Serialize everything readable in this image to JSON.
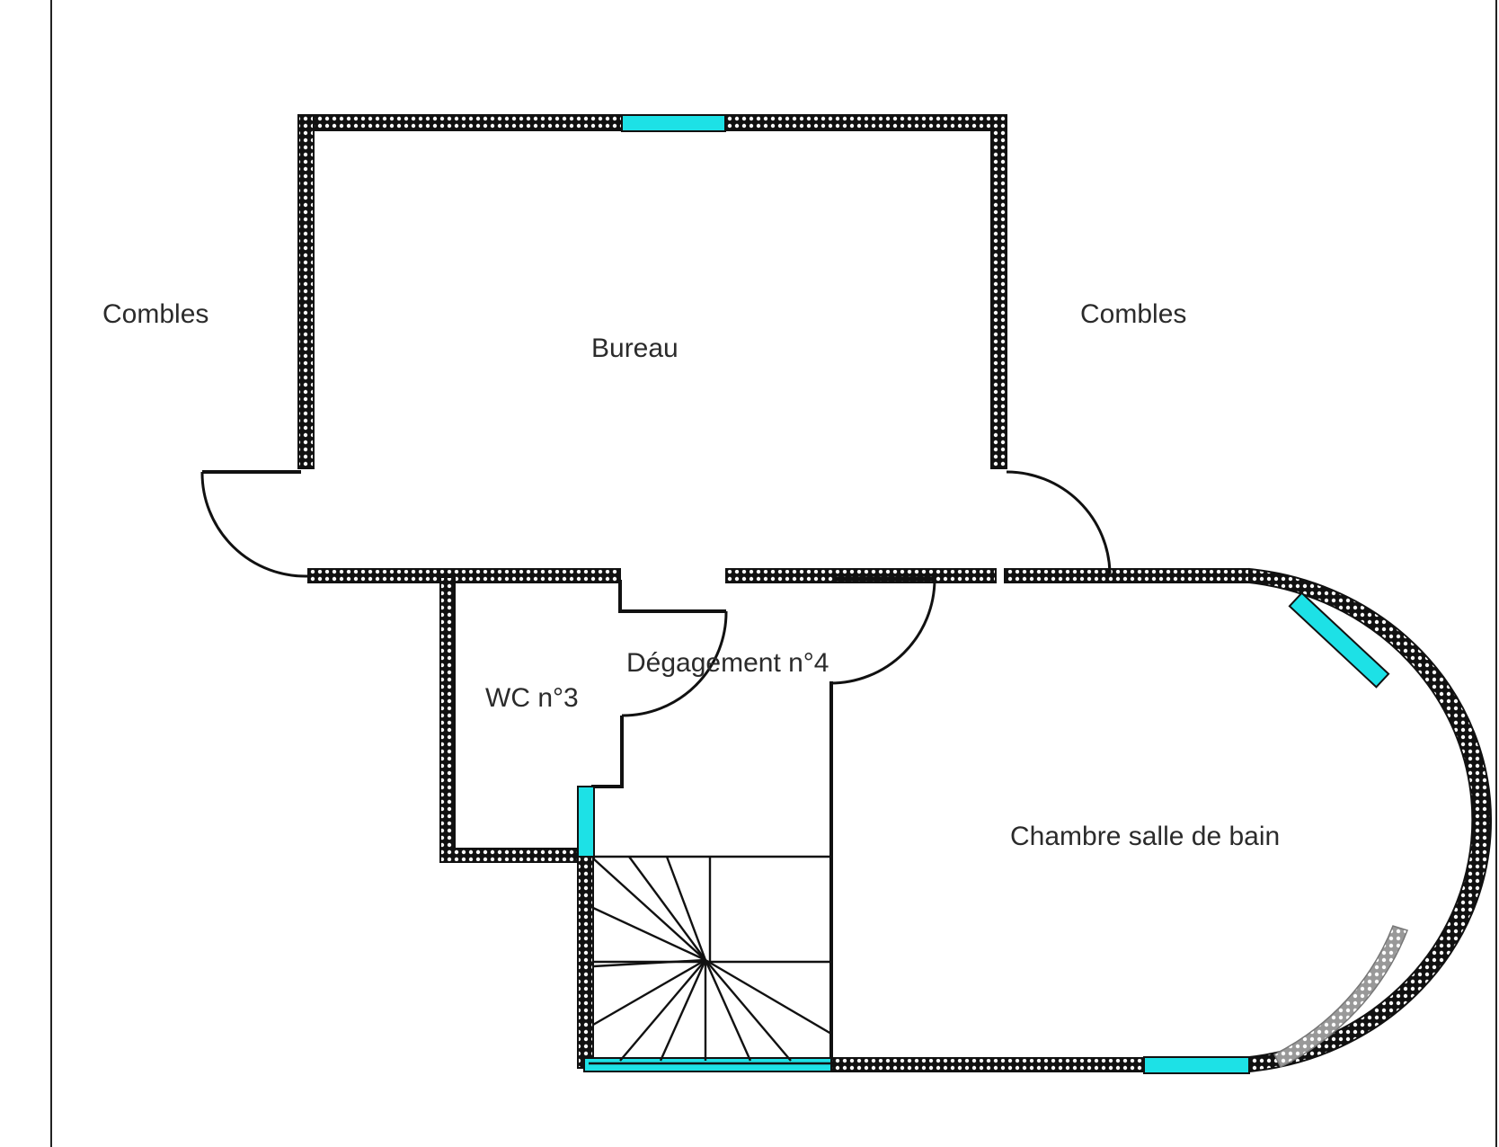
{
  "plan": {
    "rooms": {
      "combles_left": "Combles",
      "combles_right": "Combles",
      "bureau": "Bureau",
      "degagement": "Dégagement n°4",
      "wc": "WC n°3",
      "chambre": "Chambre salle de bain"
    },
    "colors": {
      "window": "#1de1e6",
      "wall": "#111111",
      "background": "#ffffff"
    }
  }
}
